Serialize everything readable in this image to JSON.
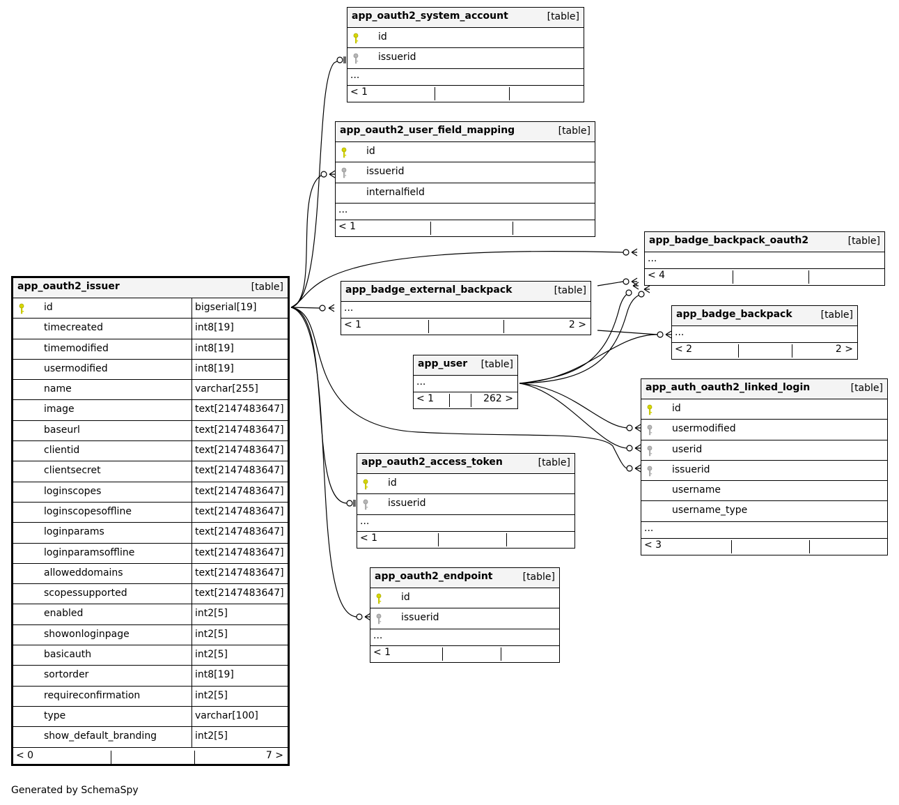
{
  "footer_text": "Generated by SchemaSpy",
  "type_label": "[table]",
  "ellipsis": "...",
  "tables": {
    "app_oauth2_issuer": {
      "name": "app_oauth2_issuer",
      "footer": {
        "left": "< 0",
        "right": "7 >"
      },
      "columns": [
        {
          "name": "id",
          "type": "bigserial[19]",
          "key": "pk"
        },
        {
          "name": "timecreated",
          "type": "int8[19]"
        },
        {
          "name": "timemodified",
          "type": "int8[19]"
        },
        {
          "name": "usermodified",
          "type": "int8[19]"
        },
        {
          "name": "name",
          "type": "varchar[255]"
        },
        {
          "name": "image",
          "type": "text[2147483647]"
        },
        {
          "name": "baseurl",
          "type": "text[2147483647]"
        },
        {
          "name": "clientid",
          "type": "text[2147483647]"
        },
        {
          "name": "clientsecret",
          "type": "text[2147483647]"
        },
        {
          "name": "loginscopes",
          "type": "text[2147483647]"
        },
        {
          "name": "loginscopesoffline",
          "type": "text[2147483647]"
        },
        {
          "name": "loginparams",
          "type": "text[2147483647]"
        },
        {
          "name": "loginparamsoffline",
          "type": "text[2147483647]"
        },
        {
          "name": "alloweddomains",
          "type": "text[2147483647]"
        },
        {
          "name": "scopessupported",
          "type": "text[2147483647]"
        },
        {
          "name": "enabled",
          "type": "int2[5]"
        },
        {
          "name": "showonloginpage",
          "type": "int2[5]"
        },
        {
          "name": "basicauth",
          "type": "int2[5]"
        },
        {
          "name": "sortorder",
          "type": "int8[19]"
        },
        {
          "name": "requireconfirmation",
          "type": "int2[5]"
        },
        {
          "name": "type",
          "type": "varchar[100]"
        },
        {
          "name": "show_default_branding",
          "type": "int2[5]"
        }
      ]
    },
    "app_oauth2_system_account": {
      "name": "app_oauth2_system_account",
      "footer": {
        "left": "< 1",
        "right": ""
      },
      "columns": [
        {
          "name": "id",
          "key": "pk"
        },
        {
          "name": "issuerid",
          "key": "fk"
        }
      ]
    },
    "app_oauth2_user_field_mapping": {
      "name": "app_oauth2_user_field_mapping",
      "footer": {
        "left": "< 1",
        "right": ""
      },
      "columns": [
        {
          "name": "id",
          "key": "pk"
        },
        {
          "name": "issuerid",
          "key": "fk"
        },
        {
          "name": "internalfield"
        }
      ]
    },
    "app_badge_backpack_oauth2": {
      "name": "app_badge_backpack_oauth2",
      "footer": {
        "left": "< 4",
        "right": ""
      },
      "columns": []
    },
    "app_badge_external_backpack": {
      "name": "app_badge_external_backpack",
      "footer": {
        "left": "< 1",
        "right": "2 >"
      },
      "columns": []
    },
    "app_badge_backpack": {
      "name": "app_badge_backpack",
      "footer": {
        "left": "< 2",
        "right": "2 >"
      },
      "columns": []
    },
    "app_user": {
      "name": "app_user",
      "footer": {
        "left": "< 1",
        "right": "262 >"
      },
      "columns": []
    },
    "app_auth_oauth2_linked_login": {
      "name": "app_auth_oauth2_linked_login",
      "footer": {
        "left": "< 3",
        "right": ""
      },
      "columns": [
        {
          "name": "id",
          "key": "pk"
        },
        {
          "name": "usermodified",
          "key": "fk"
        },
        {
          "name": "userid",
          "key": "fk"
        },
        {
          "name": "issuerid",
          "key": "fk"
        },
        {
          "name": "username"
        },
        {
          "name": "username_type"
        }
      ]
    },
    "app_oauth2_access_token": {
      "name": "app_oauth2_access_token",
      "footer": {
        "left": "< 1",
        "right": ""
      },
      "columns": [
        {
          "name": "id",
          "key": "pk"
        },
        {
          "name": "issuerid",
          "key": "fk"
        }
      ]
    },
    "app_oauth2_endpoint": {
      "name": "app_oauth2_endpoint",
      "footer": {
        "left": "< 1",
        "right": ""
      },
      "columns": [
        {
          "name": "id",
          "key": "pk"
        },
        {
          "name": "issuerid",
          "key": "fk"
        }
      ]
    }
  }
}
